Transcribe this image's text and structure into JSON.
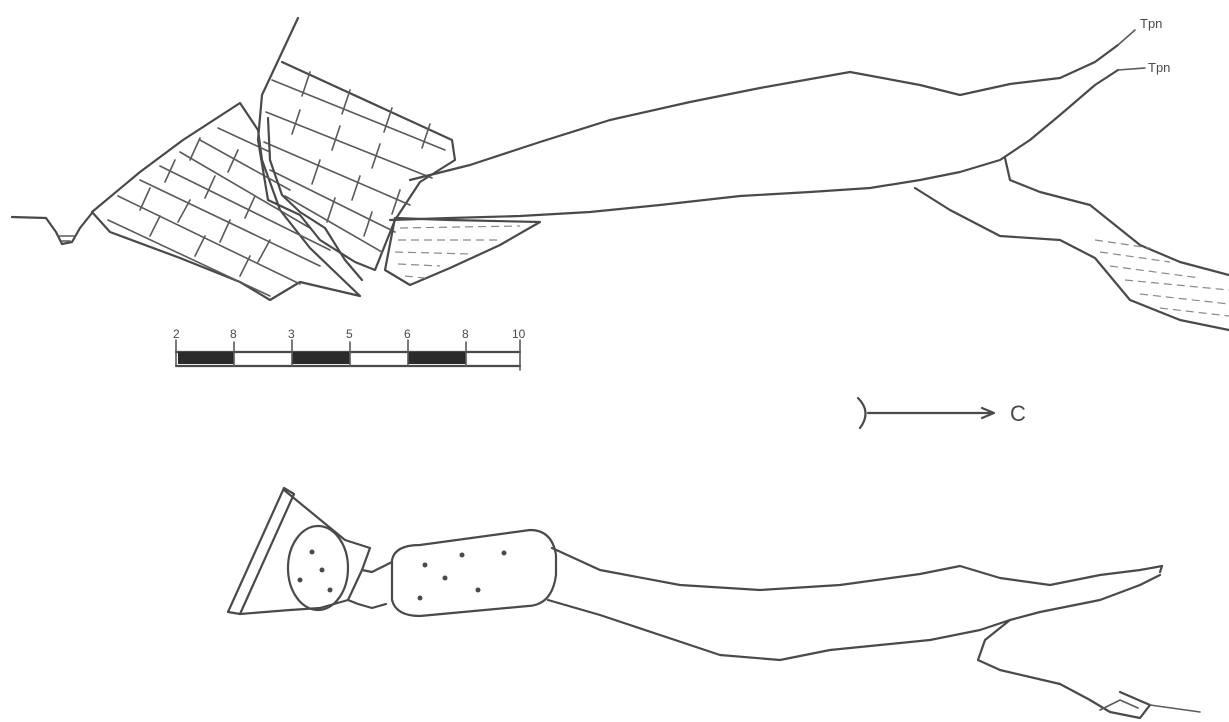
{
  "labels": {
    "formation_upper": "Tpn",
    "formation_lower": "Tpn",
    "direction_letter": "C"
  },
  "scale_ticks": [
    "2",
    "8",
    "3",
    "5",
    "6",
    "8",
    "10"
  ]
}
